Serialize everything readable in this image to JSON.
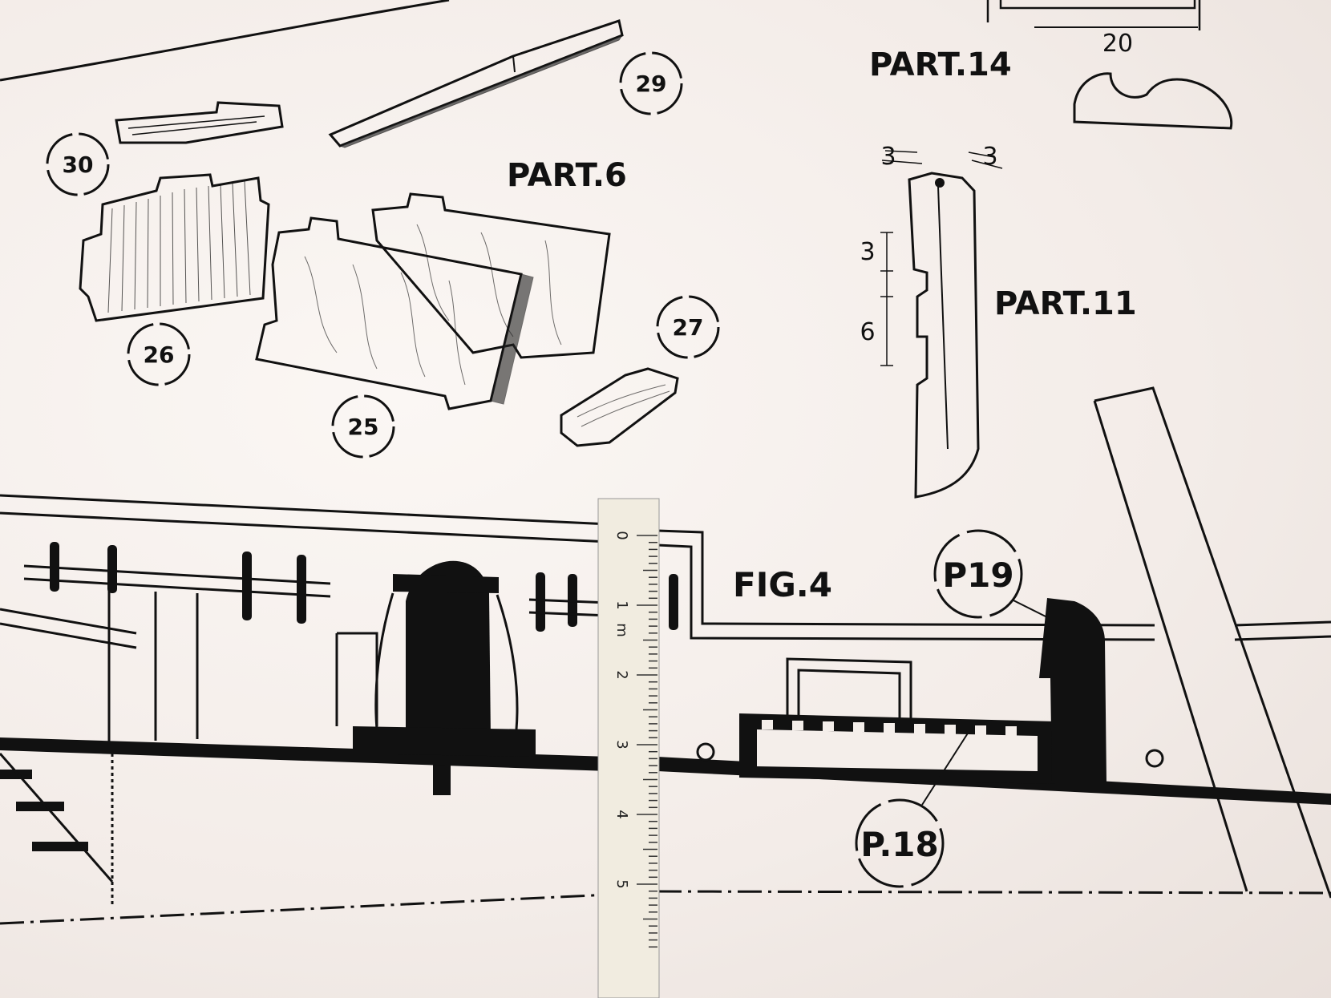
{
  "labels": {
    "part6": "PART.6",
    "part14": "PART.14",
    "part11": "PART.11",
    "fig4": "FIG.4",
    "p19": "P19",
    "p18": "P.18"
  },
  "part_numbers": {
    "n25": "25",
    "n26": "26",
    "n27": "27",
    "n29": "29",
    "n30": "30"
  },
  "dimensions": {
    "d20": "20",
    "d3_top_left": "3",
    "d3_top_right": "3",
    "d3_side": "3",
    "d6_side": "6"
  },
  "ruler": {
    "unit": "m",
    "marks": [
      "0",
      "1",
      "2",
      "3",
      "4",
      "5"
    ],
    "color": "#f1ece0"
  },
  "colors": {
    "ink": "#111111",
    "paper": "#f6f1ee"
  }
}
